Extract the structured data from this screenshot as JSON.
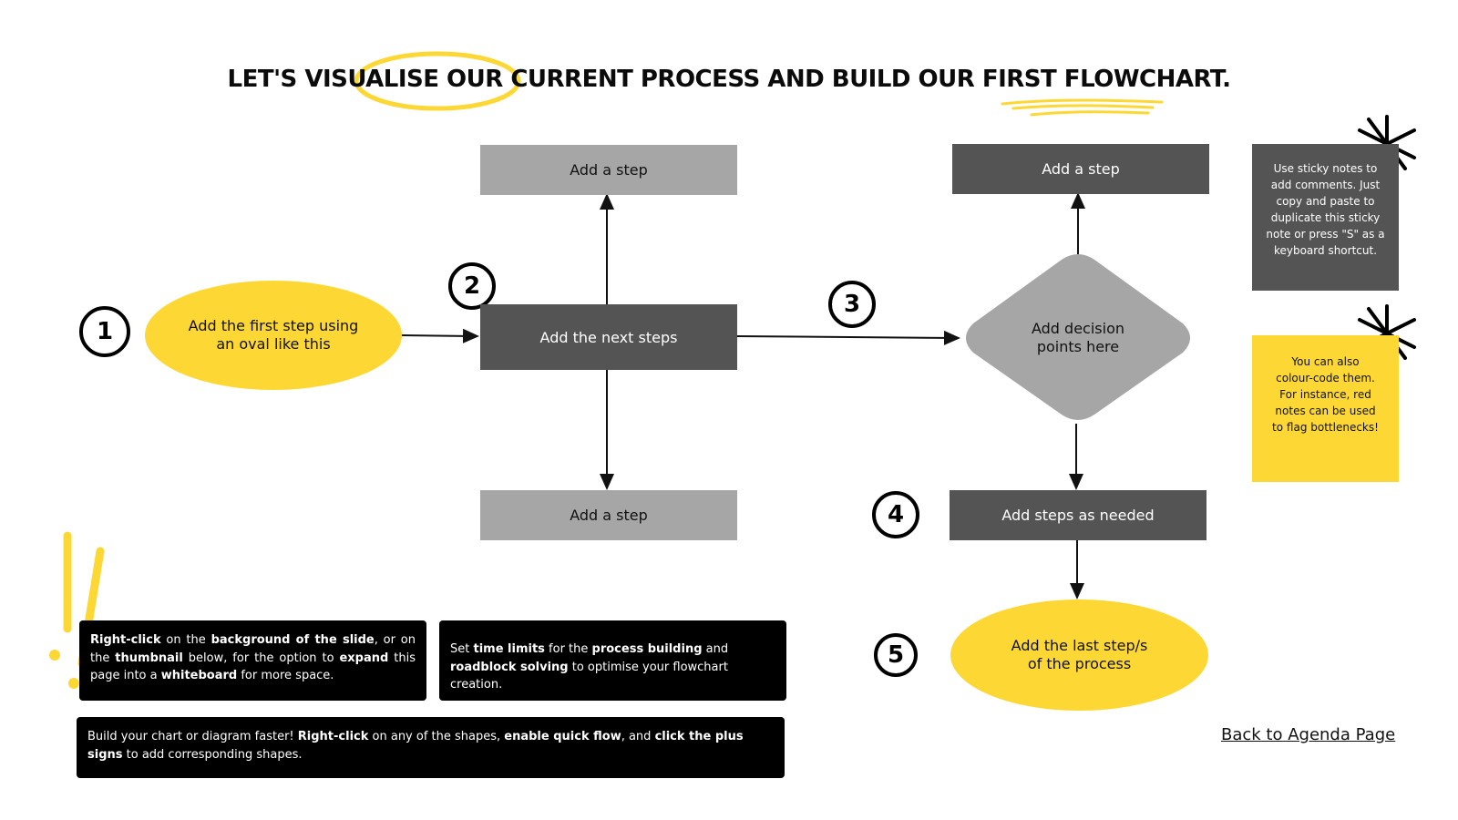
{
  "title": "LET'S VISUALISE OUR CURRENT PROCESS AND BUILD OUR FIRST FLOWCHART.",
  "steps": {
    "first_oval": "Add the first step using\nan oval like this",
    "next_steps": "Add the next steps",
    "top_step_left": "Add a step",
    "bottom_step_left": "Add a step",
    "top_step_right": "Add a step",
    "decision": "Add decision\npoints here",
    "steps_as_needed": "Add steps as needed",
    "last_oval": "Add the last step/s\nof the process"
  },
  "markers": [
    "1",
    "2",
    "3",
    "4",
    "5"
  ],
  "sticky_notes": {
    "gray": "Use sticky notes to\nadd comments. Just\ncopy and paste to\nduplicate this sticky\nnote or press \"S\" as a\nkeyboard shortcut.",
    "yellow": "You can also\ncolour-code them.\nFor instance, red\nnotes can be used\nto flag bottlenecks!"
  },
  "tips": {
    "whiteboard": {
      "p1": "Right-click",
      "p2": " on the ",
      "p3": "background of the slide",
      "p4": ", or on the ",
      "p5": "thumbnail",
      "p6": " below, for the option to ",
      "p7": "expand",
      "p8": " this page into a ",
      "p9": "whiteboard",
      "p10": " for more space."
    },
    "time_limits": {
      "p1": "Set ",
      "p2": "time limits",
      "p3": " for the ",
      "p4": "process building",
      "p5": " and ",
      "p6": "roadblock solving",
      "p7": " to optimise your flowchart creation."
    },
    "quick_flow": {
      "p1": "Build your chart or diagram faster! ",
      "p2": "Right-click",
      "p3": " on any of the shapes, ",
      "p4": "enable quick flow",
      "p5": ", and ",
      "p6": "click the plus signs",
      "p7": " to add corresponding shapes."
    }
  },
  "back_link": "Back to Agenda Page",
  "colors": {
    "accent_yellow": "#fdd835",
    "dark_gray": "#545454",
    "light_gray": "#a6a6a6",
    "black": "#000000"
  },
  "icons": [
    "asterisk-icon",
    "asterisk-icon",
    "exclamation-icon"
  ]
}
